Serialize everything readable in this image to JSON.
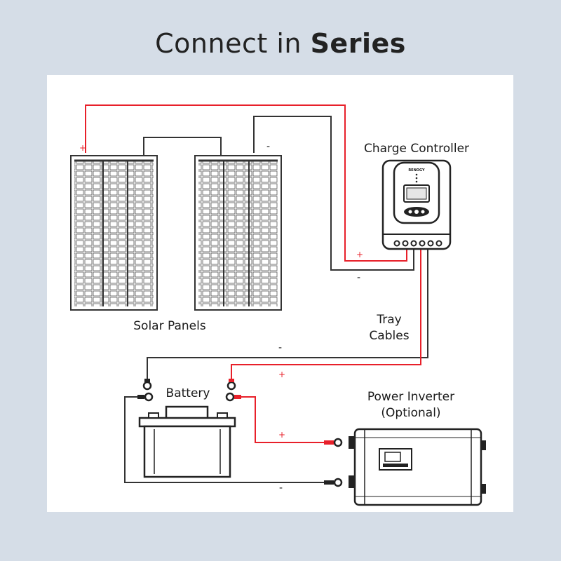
{
  "title": {
    "prefix": "Connect in ",
    "emphasis": "Series"
  },
  "labels": {
    "charge_controller": "Charge Controller",
    "solar_panels": "Solar Panels",
    "tray_cables_1": "Tray",
    "tray_cables_2": "Cables",
    "battery": "Battery",
    "inverter_1": "Power Inverter",
    "inverter_2": "(Optional)"
  },
  "polarity": {
    "plus": "+",
    "minus": "-"
  },
  "controller_brand": "RENOGY",
  "colors": {
    "positive": "#e8202a",
    "negative": "#333333",
    "background": "#d5dde7",
    "card": "#ffffff"
  }
}
